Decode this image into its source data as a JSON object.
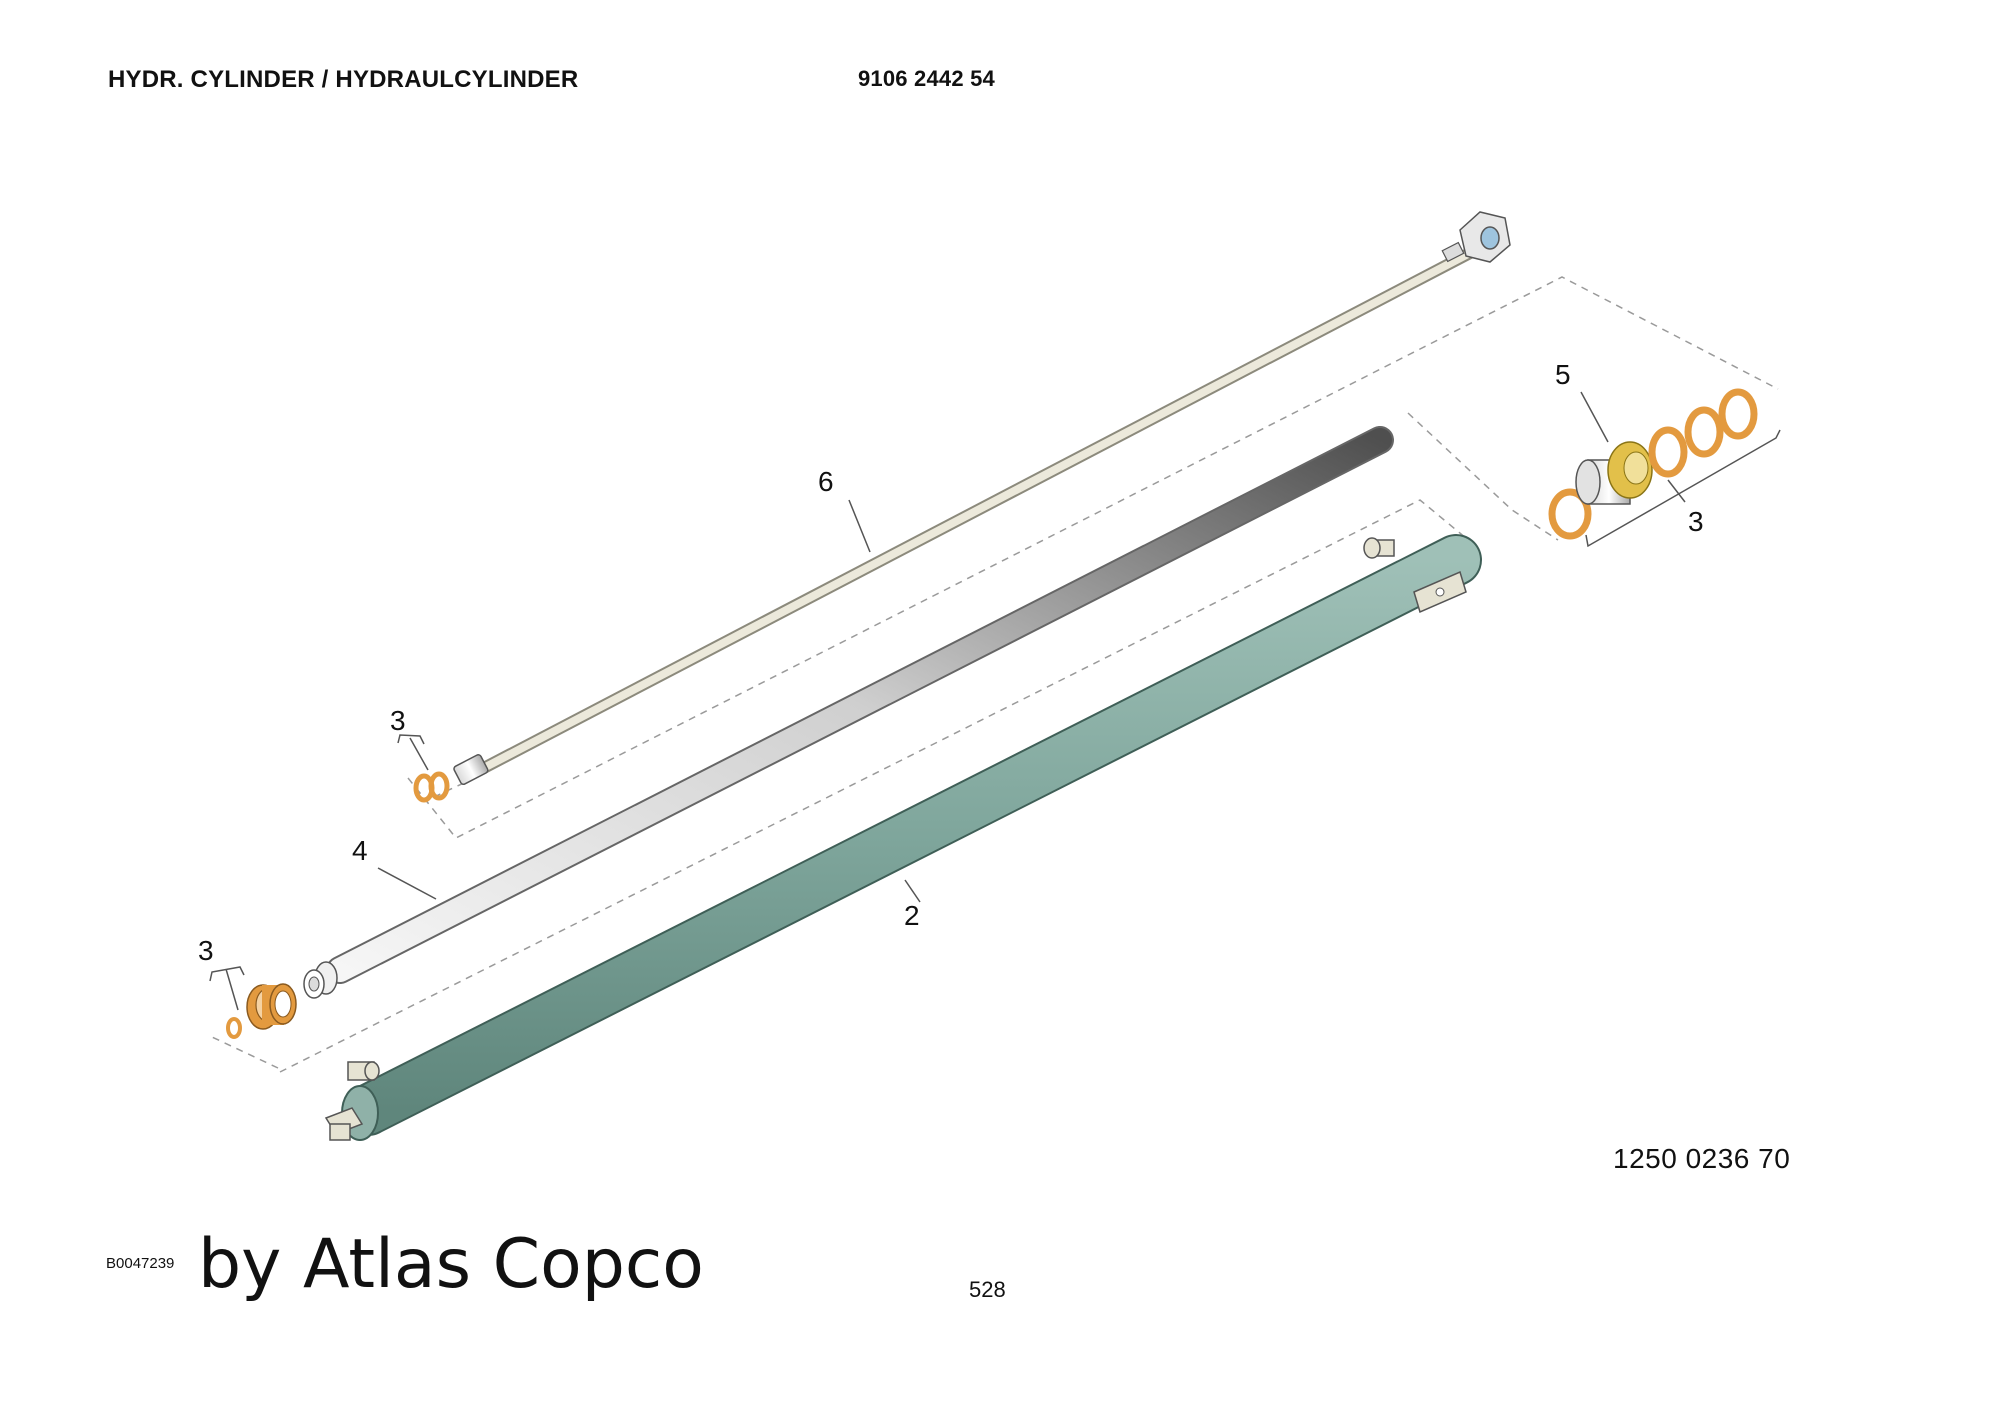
{
  "header": {
    "title": "HYDR. CYLINDER / HYDRAULCYLINDER",
    "part_number": "9106 2442 54"
  },
  "diagram": {
    "callouts": {
      "c2": "2",
      "c3_left": "3",
      "c3_mid": "3",
      "c3_right": "3",
      "c4": "4",
      "c5": "5",
      "c6": "6"
    },
    "colors": {
      "cylinder": "#7fa69c",
      "seal": "#e39a3f",
      "nut": "#e2c04a",
      "rod_light": "#f4f4f4",
      "rod_dark": "#5a5a5a",
      "tube": "#ece9db",
      "leader": "#555555",
      "dashed": "#9a9a9a"
    },
    "drawing_number": "1250 0236 70"
  },
  "footer": {
    "code": "B0047239",
    "brand": "by Atlas Copco",
    "page_number": "528"
  }
}
